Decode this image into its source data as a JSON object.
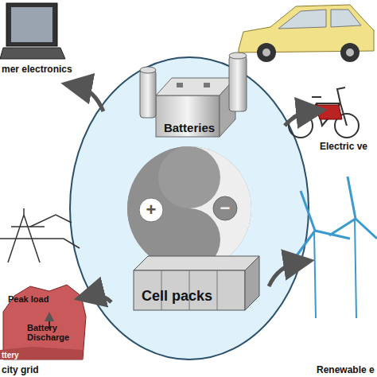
{
  "diagram": {
    "nodes": [
      {
        "text": [
          "Batteries"
        ]
      },
      {
        "text": [
          "Cell packs"
        ]
      },
      {
        "text": [
          "Peak load",
          "Battery Discharge"
        ]
      }
    ],
    "labels": [
      "mer electronics",
      "Electric ve",
      "city grid",
      "Renewable e",
      "ttery",
      "+",
      "−"
    ]
  }
}
